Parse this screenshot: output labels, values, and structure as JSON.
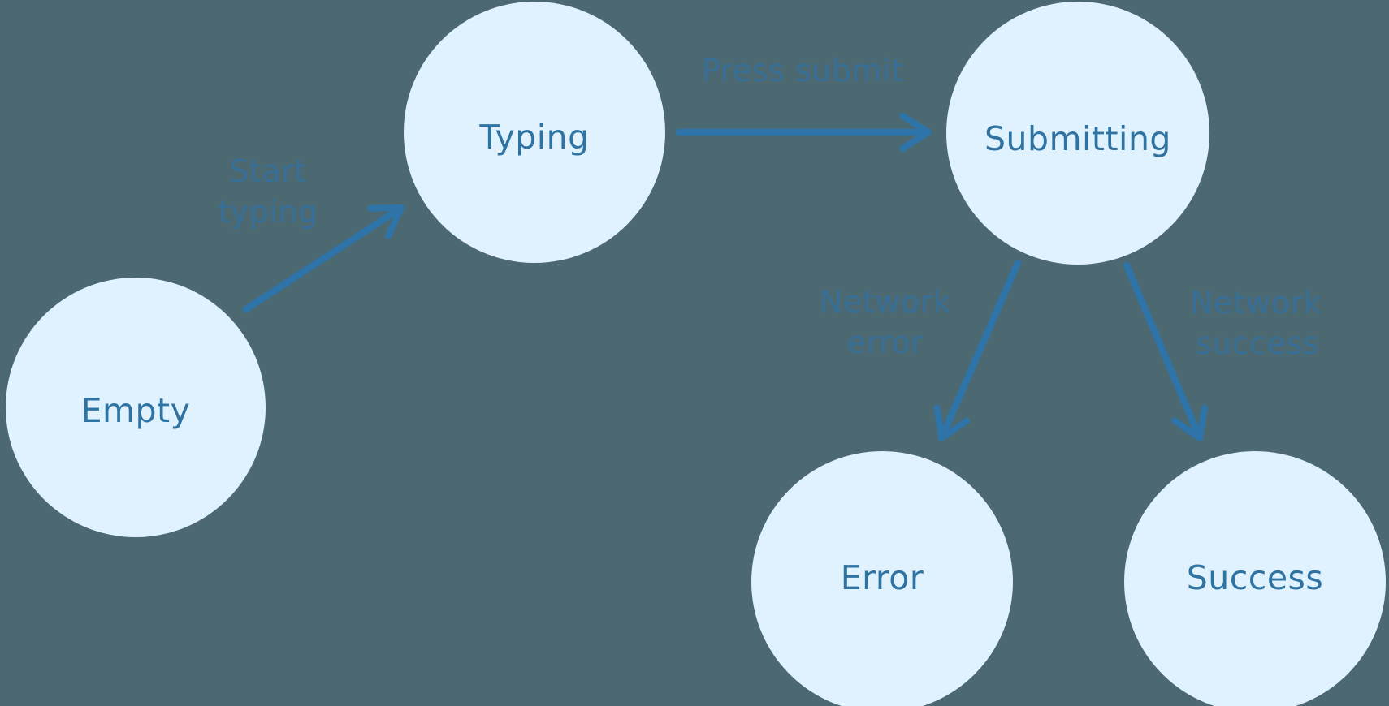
{
  "diagram": {
    "colors": {
      "background": "#4c6871",
      "node_fill": "#e0f2fd",
      "node_text": "#2f73a3",
      "edge": "#2e74a8",
      "edge_label": "#376f97"
    },
    "nodes": [
      {
        "id": "empty",
        "label": "Empty"
      },
      {
        "id": "typing",
        "label": "Typing"
      },
      {
        "id": "submitting",
        "label": "Submitting"
      },
      {
        "id": "error",
        "label": "Error"
      },
      {
        "id": "success",
        "label": "Success"
      }
    ],
    "edges": [
      {
        "from": "empty",
        "to": "typing",
        "label": "Start typing",
        "lines": [
          "Start",
          "typing"
        ]
      },
      {
        "from": "typing",
        "to": "submitting",
        "label": "Press submit",
        "lines": [
          "Press submit"
        ]
      },
      {
        "from": "submitting",
        "to": "error",
        "label": "Network error",
        "lines": [
          "Network",
          "error"
        ]
      },
      {
        "from": "submitting",
        "to": "success",
        "label": "Network success",
        "lines": [
          "Network",
          "success"
        ]
      }
    ]
  }
}
